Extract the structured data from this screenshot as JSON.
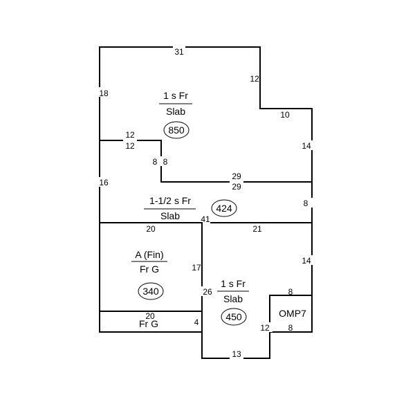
{
  "sketch": {
    "dimensions": {
      "top": "31",
      "step_vertical": "12",
      "step_horizontal": "10",
      "left_upper": "18",
      "right_upper": "14",
      "notch_top_a": "12",
      "notch_top_b": "12",
      "notch_left": "8",
      "notch_right": "8",
      "mid_line_top": "29",
      "mid_line_bottom": "29",
      "left_mid": "16",
      "right_mid": "8",
      "lower_left_top": "20",
      "center": "41",
      "lower_right_top": "21",
      "garage_right": "17",
      "wing_left": "26",
      "right_lower": "14",
      "omp_top": "8",
      "omp_bottom": "8",
      "omp_left": "12",
      "garage_divider": "20",
      "garage_bottom_right": "4",
      "bottom": "13"
    },
    "areas": {
      "upper": {
        "top": "1 s Fr",
        "bottom": "Slab",
        "size": "850"
      },
      "middle": {
        "top": "1-1/2 s Fr",
        "bottom": "Slab",
        "size": "424"
      },
      "garage": {
        "top": "A (Fin)",
        "bottom": "Fr G",
        "size": "340"
      },
      "garage_strip": {
        "label": "Fr G"
      },
      "wing": {
        "top": "1 s Fr",
        "bottom": "Slab",
        "size": "450"
      },
      "porch": {
        "label": "OMP7"
      }
    }
  }
}
